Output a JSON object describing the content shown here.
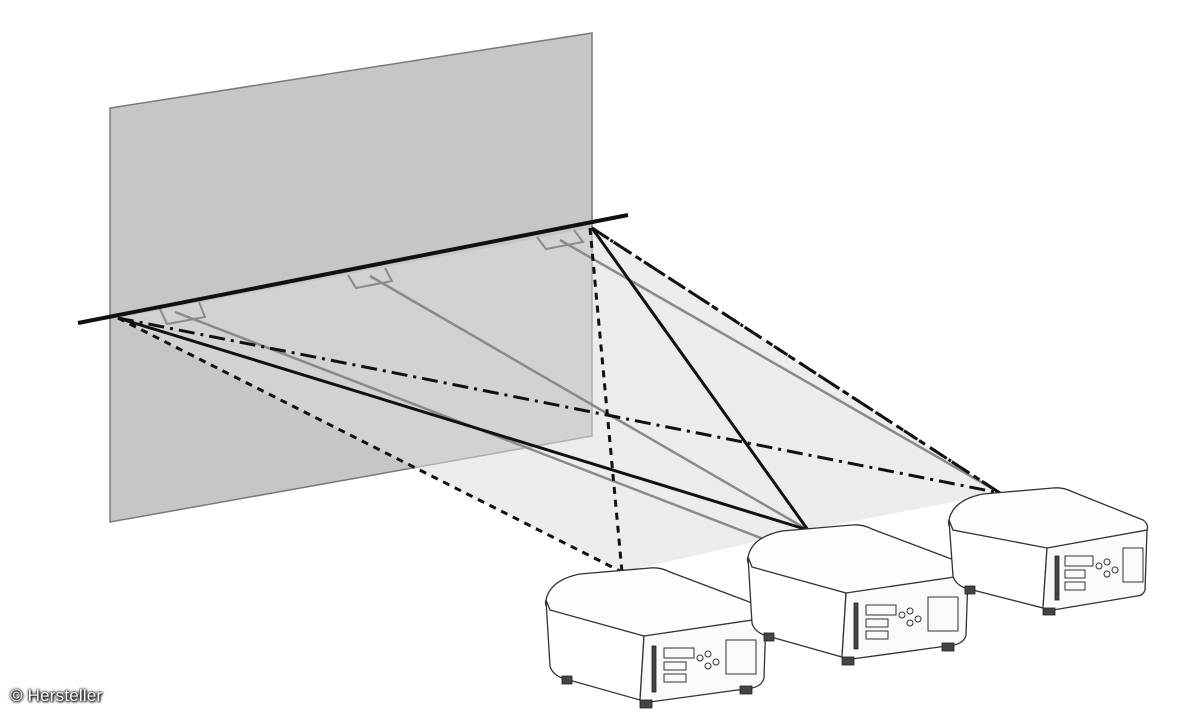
{
  "copyright": "© Hersteller",
  "colors": {
    "screen": "#c4c4c4",
    "screen_edge": "#7a7a7a",
    "projection_area": "#d9d9d9",
    "line": "#111111",
    "gray_line": "#8a8a8a"
  },
  "scene": {
    "projector_count": 3,
    "line_styles": [
      "solid",
      "dashed",
      "dash-dot",
      "gray-solid"
    ]
  }
}
